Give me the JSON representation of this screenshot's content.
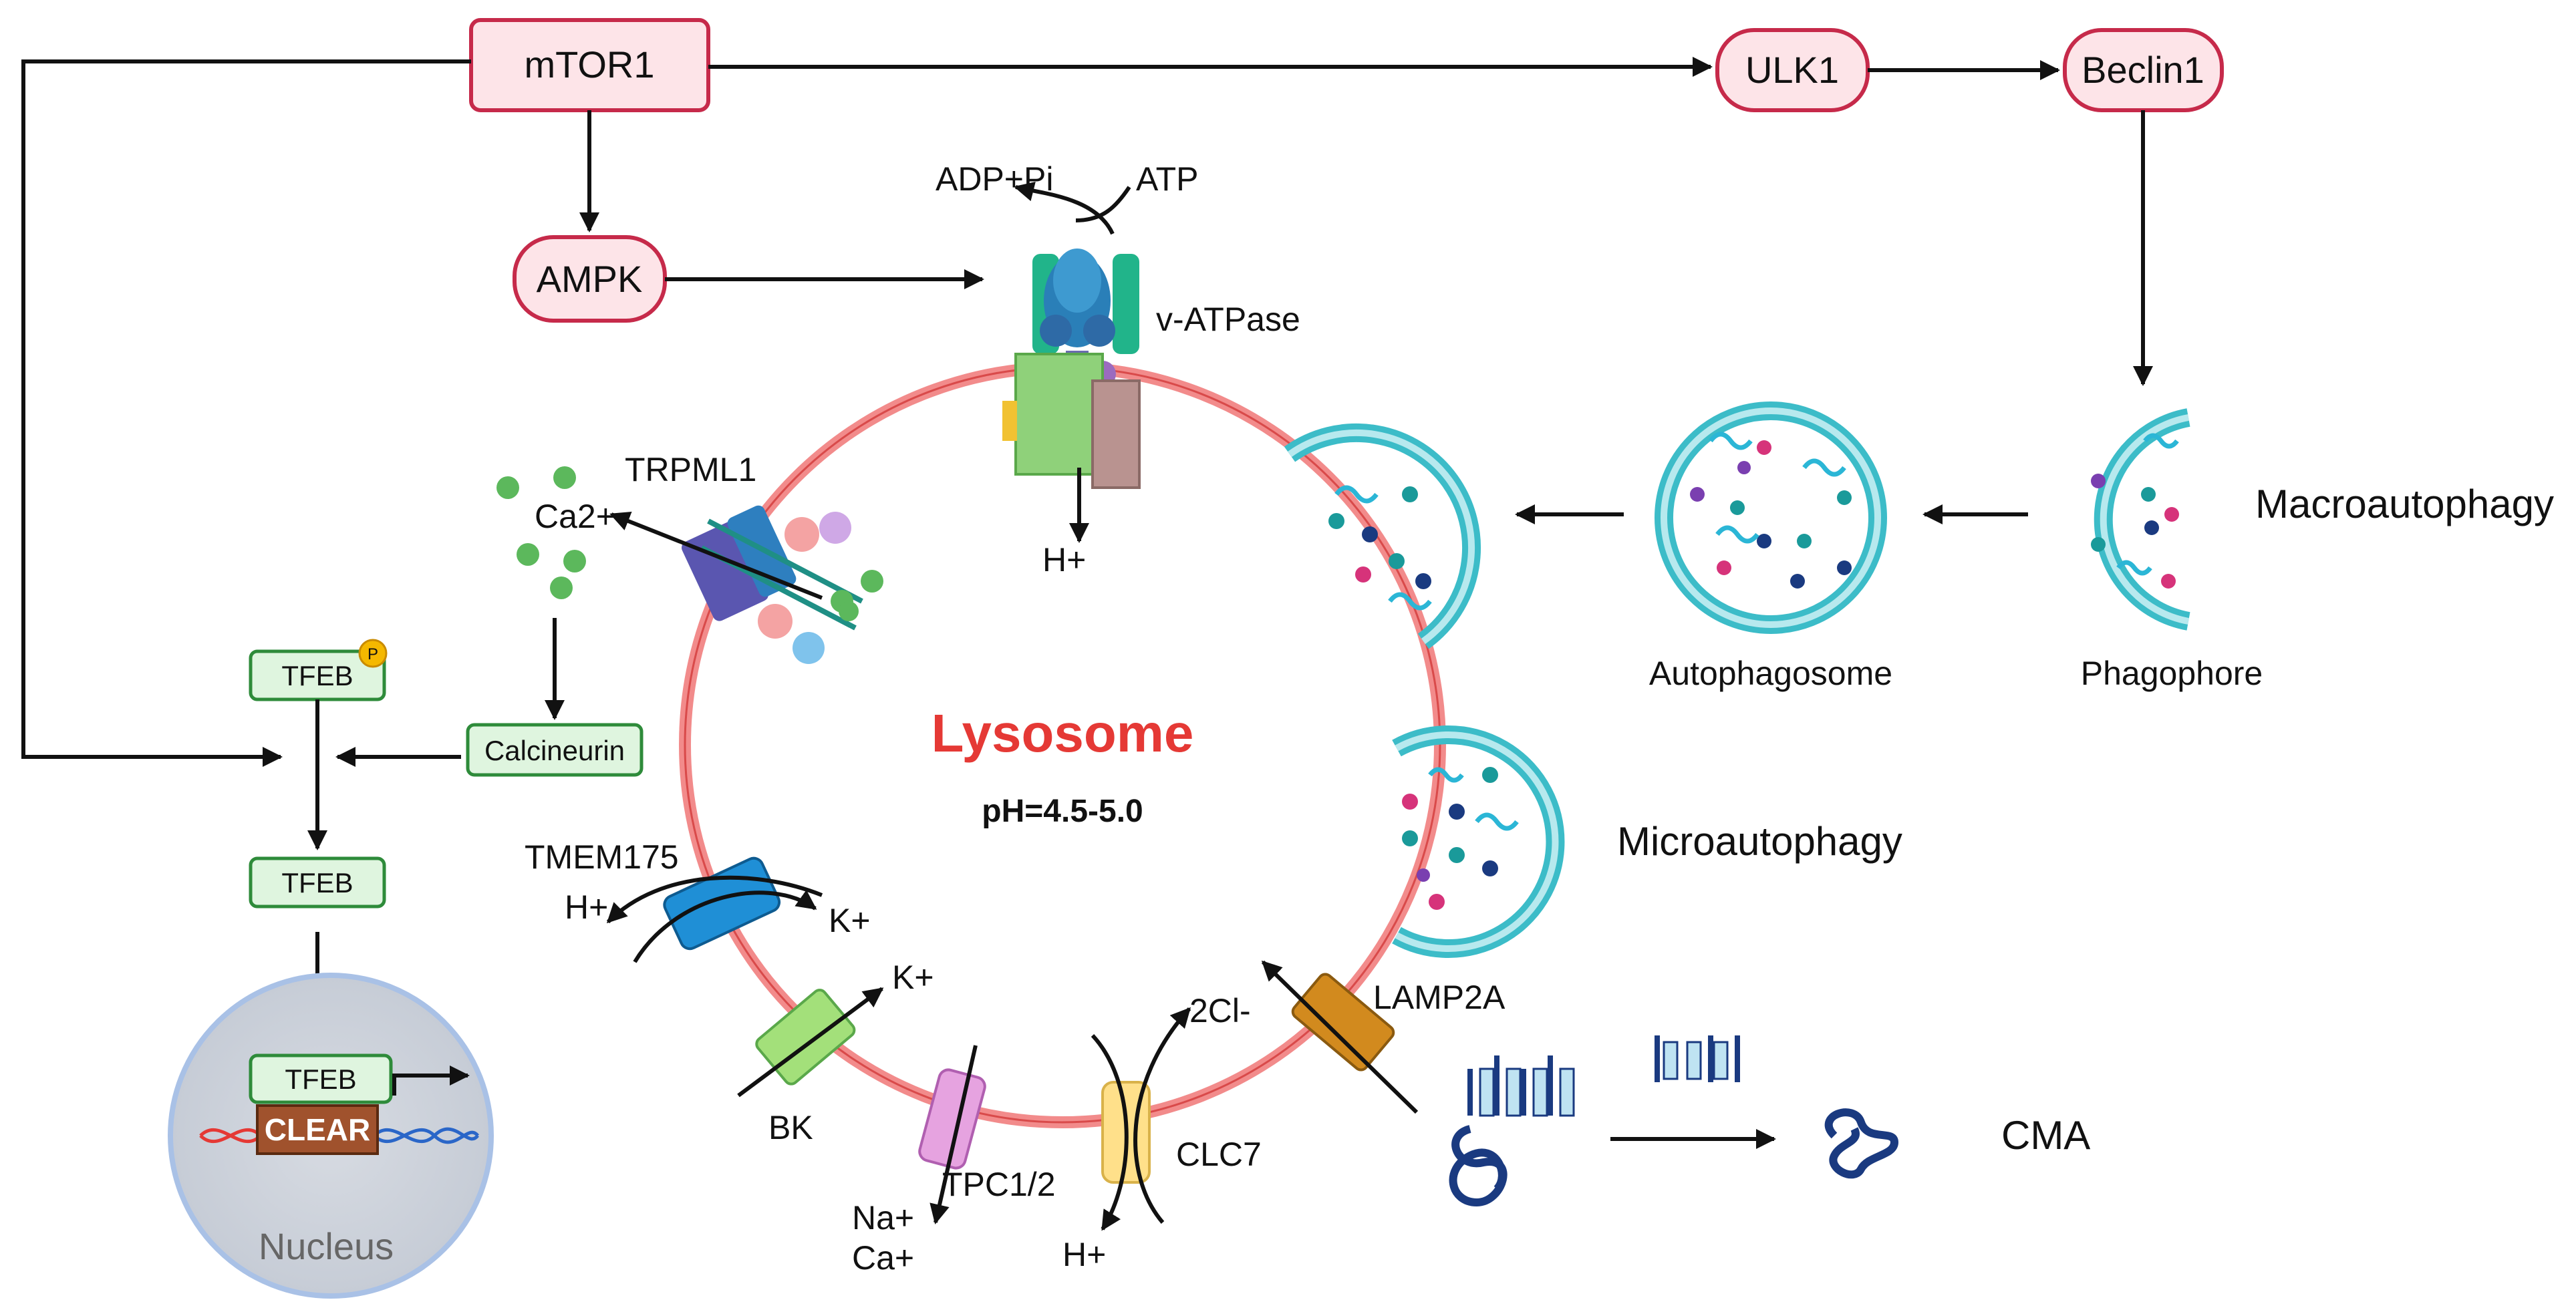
{
  "nodes": {
    "mtor1": "mTOR1",
    "ulk1": "ULK1",
    "beclin1": "Beclin1",
    "ampk": "AMPK"
  },
  "vatpase": {
    "label": "v-ATPase",
    "adp": "ADP+Pi",
    "atp": "ATP",
    "proton": "H+"
  },
  "trpml1": {
    "label": "TRPML1",
    "ion": "Ca2+"
  },
  "calcineurin": "Calcineurin",
  "tfeb": {
    "label": "TFEB",
    "phospho": "P"
  },
  "nucleus": {
    "label": "Nucleus",
    "clear": "CLEAR",
    "tfeb": "TFEB"
  },
  "lysosome": {
    "title": "Lysosome",
    "ph": "pH=4.5-5.0"
  },
  "channels": {
    "tmem175": "TMEM175",
    "tmem_h": "H+",
    "tmem_k": "K+",
    "bk": "BK",
    "bk_k": "K+",
    "tpc": "TPC1/2",
    "tpc_na": "Na+",
    "tpc_ca": "Ca+",
    "clc7": "CLC7",
    "clc_cl": "2Cl-",
    "clc_h": "H+",
    "lamp2a": "LAMP2A"
  },
  "pathways": {
    "macro": "Macroautophagy",
    "micro": "Microautophagy",
    "cma": "CMA",
    "autophagosome": "Autophagosome",
    "phagophore": "Phagophore"
  },
  "colors": {
    "node_fill": "#fde4e8",
    "node_stroke": "#c62a4a",
    "lysosome_ring": "#f28b8b",
    "tfeb_fill": "#dff5df",
    "tfeb_stroke": "#2e8b3a",
    "vesicle": "#3cbcc8",
    "title": "#e53935"
  }
}
